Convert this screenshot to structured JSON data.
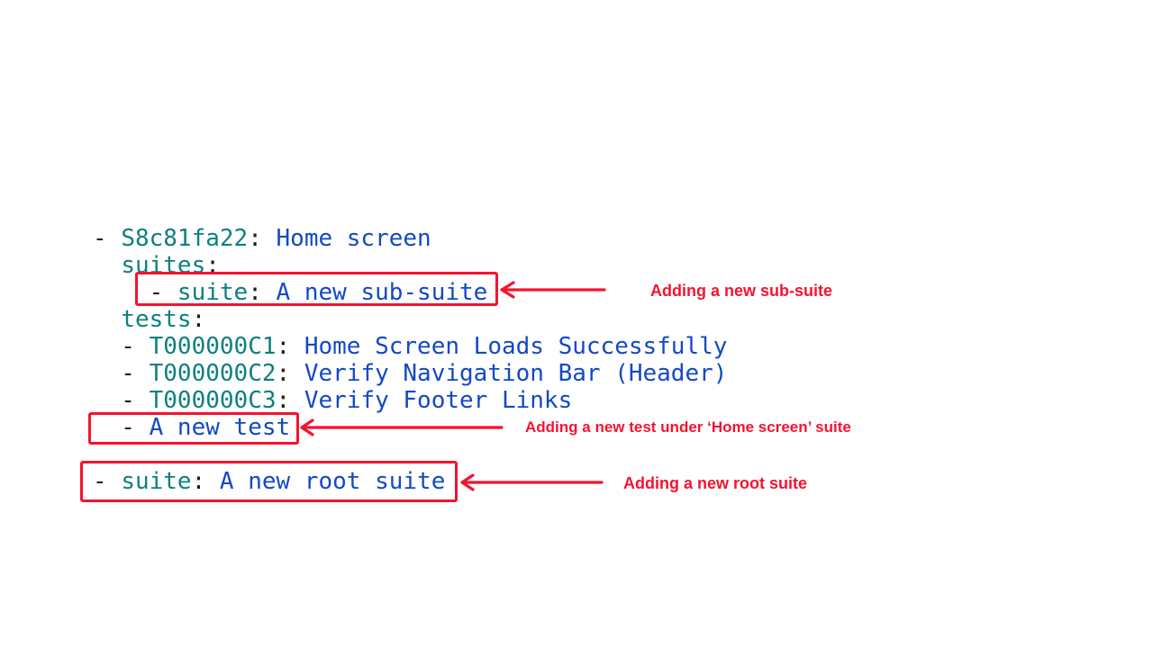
{
  "colors": {
    "background": "#ffffff",
    "yaml_key": "#0d8080",
    "yaml_value": "#1348c7",
    "yaml_plain": "#1d1d1f",
    "annotation_red": "#f5132f"
  },
  "code_block": {
    "language": "yaml",
    "lines": [
      {
        "segments": [
          {
            "text": "- ",
            "type": "plain"
          },
          {
            "text": "S8c81fa22",
            "type": "key"
          },
          {
            "text": ":",
            "type": "plain"
          },
          {
            "text": " Home screen",
            "type": "value"
          }
        ]
      },
      {
        "segments": [
          {
            "text": "  ",
            "type": "plain"
          },
          {
            "text": "suites",
            "type": "key"
          },
          {
            "text": ":",
            "type": "plain"
          }
        ]
      },
      {
        "segments": [
          {
            "text": "    - ",
            "type": "plain"
          },
          {
            "text": "suite",
            "type": "key"
          },
          {
            "text": ":",
            "type": "plain"
          },
          {
            "text": " A new sub-suite",
            "type": "value"
          }
        ]
      },
      {
        "segments": [
          {
            "text": "  ",
            "type": "plain"
          },
          {
            "text": "tests",
            "type": "key"
          },
          {
            "text": ":",
            "type": "plain"
          }
        ]
      },
      {
        "segments": [
          {
            "text": "  - ",
            "type": "plain"
          },
          {
            "text": "T000000C1",
            "type": "key"
          },
          {
            "text": ":",
            "type": "plain"
          },
          {
            "text": " Home Screen Loads Successfully",
            "type": "value"
          }
        ]
      },
      {
        "segments": [
          {
            "text": "  - ",
            "type": "plain"
          },
          {
            "text": "T000000C2",
            "type": "key"
          },
          {
            "text": ":",
            "type": "plain"
          },
          {
            "text": " Verify Navigation Bar (Header)",
            "type": "value"
          }
        ]
      },
      {
        "segments": [
          {
            "text": "  - ",
            "type": "plain"
          },
          {
            "text": "T000000C3",
            "type": "key"
          },
          {
            "text": ":",
            "type": "plain"
          },
          {
            "text": " Verify Footer Links",
            "type": "value"
          }
        ]
      },
      {
        "segments": [
          {
            "text": "  - ",
            "type": "plain"
          },
          {
            "text": "A new test",
            "type": "value"
          }
        ]
      },
      {
        "segments": []
      },
      {
        "segments": [
          {
            "text": "- ",
            "type": "plain"
          },
          {
            "text": "suite",
            "type": "key"
          },
          {
            "text": ":",
            "type": "plain"
          },
          {
            "text": " A new root suite",
            "type": "value"
          }
        ]
      }
    ]
  },
  "annotations": [
    {
      "label": "Adding a new sub-suite"
    },
    {
      "label": "Adding a new test under ‘Home screen’ suite"
    },
    {
      "label": "Adding a new root suite"
    }
  ]
}
